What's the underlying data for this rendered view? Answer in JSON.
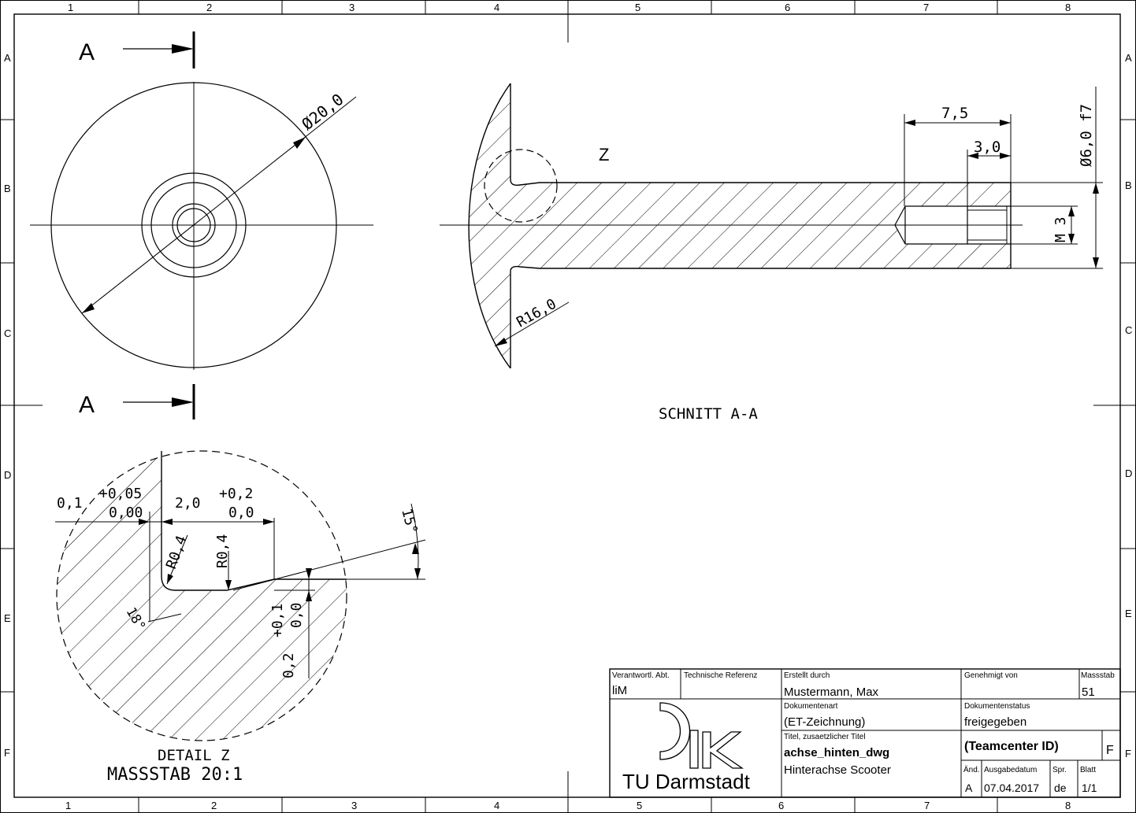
{
  "frame": {
    "columns": [
      "1",
      "2",
      "3",
      "4",
      "5",
      "6",
      "7",
      "8"
    ],
    "rows": [
      "A",
      "B",
      "C",
      "D",
      "E",
      "F"
    ]
  },
  "front_view": {
    "section_letter_top": "A",
    "section_letter_bottom": "A",
    "diameter_label": "Ø20,0"
  },
  "section_view": {
    "detail_marker": "Z",
    "dim_length_7_5": "7,5",
    "dim_length_3_0": "3,0",
    "dim_diameter": "Ø6,0 f7",
    "thread": "M 3",
    "radius": "R16,0",
    "caption": "SCHNITT A-A"
  },
  "detail_view": {
    "dim_01": "0,1",
    "tol_01_upper": "+0,05",
    "tol_01_lower": "0,00",
    "dim_20": "2,0",
    "tol_20_upper": "+0,2",
    "tol_20_lower": "0,0",
    "radius_a": "R0,4",
    "radius_b": "R0,4",
    "angle_15": "15°",
    "angle_18": "18°",
    "dim_02": "0,2",
    "tol_02_upper": "+0,1",
    "tol_02_lower": "0,0",
    "caption_line1": "DETAIL Z",
    "caption_line2": "MASSSTAB 20:1"
  },
  "title_block": {
    "responsible_label": "Verantwortl. Abt.",
    "responsible_value": "liM",
    "reference_label": "Technische Referenz",
    "reference_value": "",
    "created_by_label": "Erstellt durch",
    "created_by_value": "Mustermann, Max",
    "approved_by_label": "Genehmigt von",
    "approved_by_value": "",
    "scale_label": "Massstab",
    "scale_value": "51",
    "doc_type_label": "Dokumentenart",
    "doc_type_value": "(ET-Zeichnung)",
    "doc_status_label": "Dokumentenstatus",
    "doc_status_value": "freigegeben",
    "title_label": "Titel, zusaetzlicher Titel",
    "title_value": "achse_hinten_dwg",
    "subtitle_value": "Hinterachse Scooter",
    "teamcenter": "(Teamcenter ID)",
    "rev_label": "Änd.",
    "rev_value": "A",
    "issue_date_label": "Ausgabedatum",
    "issue_date_value": "07.04.2017",
    "lang_label": "Spr.",
    "lang_value": "de",
    "sheet_label": "Blatt",
    "sheet_value": "1/1",
    "sheet_row_letter": "F",
    "institution": "TU Darmstadt"
  }
}
